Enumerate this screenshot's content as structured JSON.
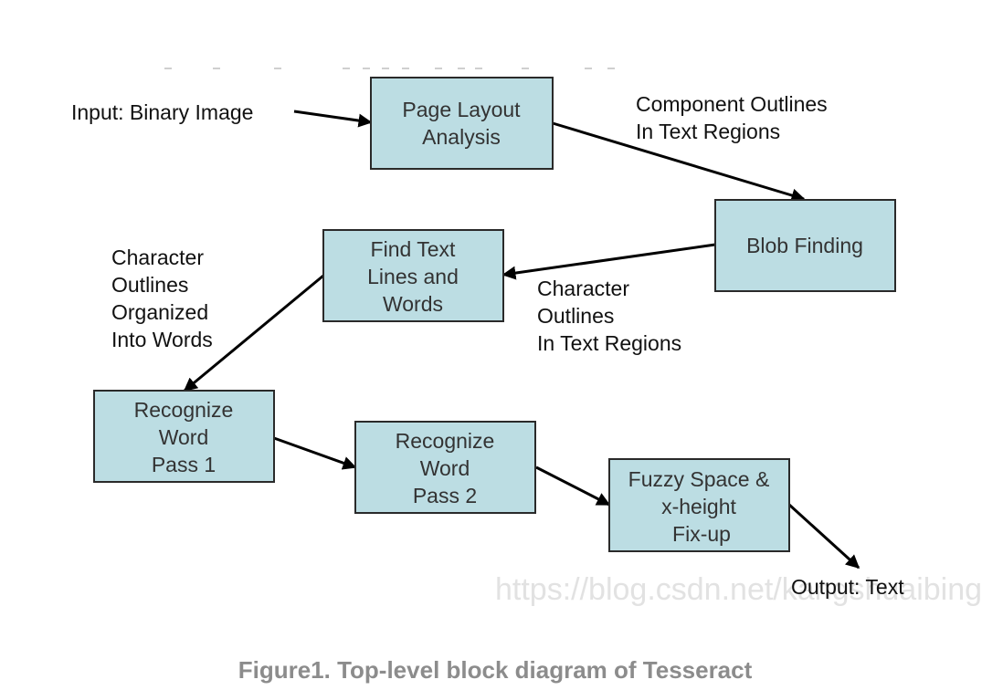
{
  "diagram": {
    "title": "Top-level block diagram of Tesseract",
    "caption": "Figure1. Top-level block diagram of Tesseract",
    "watermark": "https://blog.csdn.net/kangshuaibing",
    "colors": {
      "box_fill": "#bcdde3",
      "box_stroke": "#2a2a2a",
      "arrow": "#000000",
      "caption": "#8c8c8c"
    },
    "nodes": [
      {
        "id": "page-layout-analysis",
        "lines": [
          "Page Layout",
          "Analysis"
        ]
      },
      {
        "id": "blob-finding",
        "lines": [
          "Blob Finding"
        ]
      },
      {
        "id": "find-text-lines-and-words",
        "lines": [
          "Find Text",
          "Lines and",
          "Words"
        ]
      },
      {
        "id": "recognize-word-pass-1",
        "lines": [
          "Recognize",
          "Word",
          "Pass 1"
        ]
      },
      {
        "id": "recognize-word-pass-2",
        "lines": [
          "Recognize",
          "Word",
          "Pass 2"
        ]
      },
      {
        "id": "fuzzy-space-x-height-fix-up",
        "lines": [
          "Fuzzy Space &",
          "x-height",
          "Fix-up"
        ]
      }
    ],
    "labels": [
      {
        "id": "input",
        "lines": [
          "Input: Binary Image"
        ]
      },
      {
        "id": "component-outlines",
        "lines": [
          "Component Outlines",
          "In Text Regions"
        ]
      },
      {
        "id": "character-outlines-regions",
        "lines": [
          "Character",
          "Outlines",
          "In Text Regions"
        ]
      },
      {
        "id": "character-outlines-words",
        "lines": [
          "Character",
          "Outlines",
          "Organized",
          "Into Words"
        ]
      },
      {
        "id": "output",
        "lines": [
          "Output: Text"
        ]
      }
    ],
    "edges": [
      {
        "from": "input",
        "to": "page-layout-analysis"
      },
      {
        "from": "page-layout-analysis",
        "to": "blob-finding",
        "label": "component-outlines"
      },
      {
        "from": "blob-finding",
        "to": "find-text-lines-and-words",
        "label": "character-outlines-regions"
      },
      {
        "from": "find-text-lines-and-words",
        "to": "recognize-word-pass-1",
        "label": "character-outlines-words"
      },
      {
        "from": "recognize-word-pass-1",
        "to": "recognize-word-pass-2"
      },
      {
        "from": "recognize-word-pass-2",
        "to": "fuzzy-space-x-height-fix-up"
      },
      {
        "from": "fuzzy-space-x-height-fix-up",
        "to": "output"
      }
    ]
  }
}
